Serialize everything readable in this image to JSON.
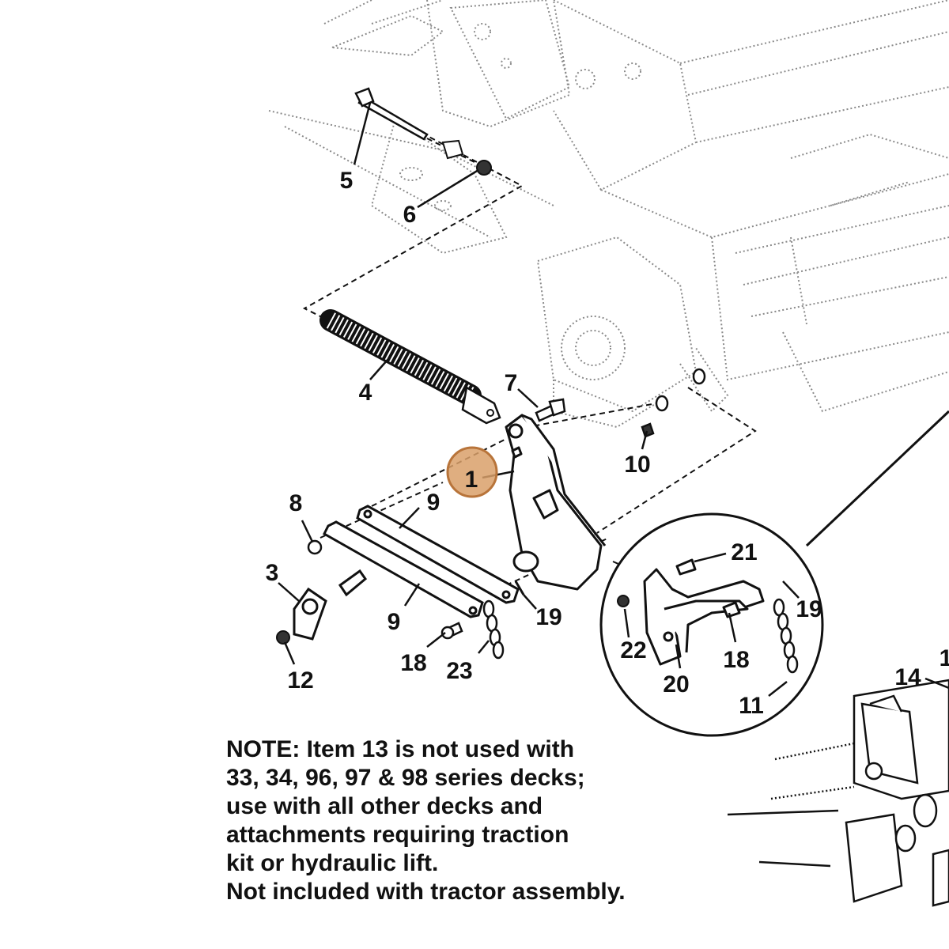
{
  "diagram": {
    "callouts": {
      "c1": "1",
      "c3": "3",
      "c4": "4",
      "c5": "5",
      "c6": "6",
      "c7": "7",
      "c8": "8",
      "c9a": "9",
      "c9b": "9",
      "c10": "10",
      "c12": "12",
      "c18a": "18",
      "c19a": "19",
      "c23": "23",
      "c21": "21",
      "c19b": "19",
      "c22": "22",
      "c18b": "18",
      "c20": "20",
      "c11": "11",
      "c14": "14",
      "c1x": "1"
    },
    "highlight_color": "#d9a06a",
    "note_lines": [
      "NOTE:  Item 13 is not used with",
      "33, 34, 96, 97 & 98 series decks;",
      "use with all other decks and",
      "attachments requiring traction",
      "kit or hydraulic lift.",
      "Not included with tractor assembly."
    ]
  }
}
